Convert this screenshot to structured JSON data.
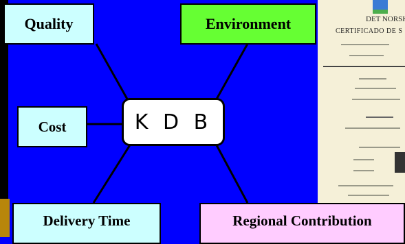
{
  "diagram": {
    "center": "K D B",
    "nodes": {
      "quality": "Quality",
      "environment": "Environment",
      "cost": "Cost",
      "delivery": "Delivery Time",
      "regional": "Regional Contribution"
    },
    "certificate": {
      "title": "DET NORSK",
      "subtitle": "CERTIFICADO DE S"
    }
  },
  "colors": {
    "background": "#0000ff",
    "cyan_box": "#ccffff",
    "green_box": "#66ff33",
    "pink_box": "#ffccff"
  }
}
